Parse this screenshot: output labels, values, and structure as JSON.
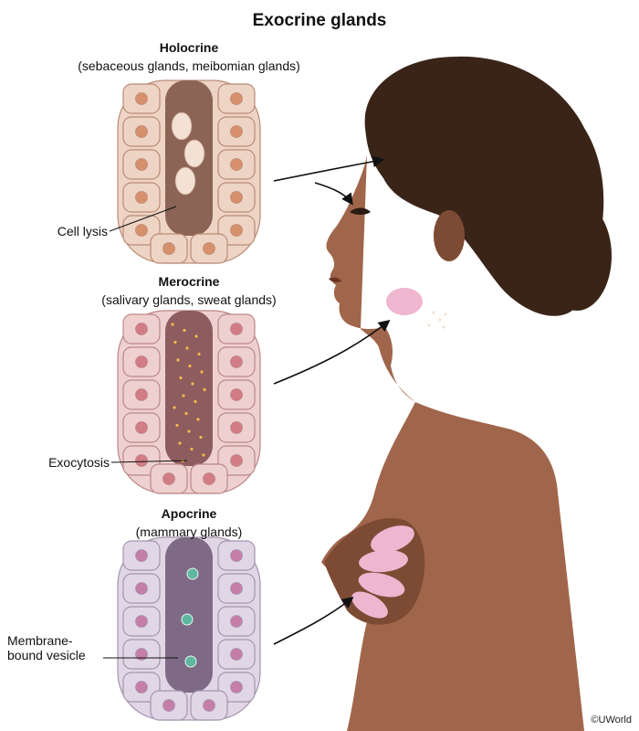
{
  "title": "Exocrine glands",
  "glands": [
    {
      "name": "Holocrine",
      "examples": "(sebaceous glands, meibomian glands)",
      "callout": "Cell lysis",
      "palette": {
        "cell": "#eed4c4",
        "cellEdge": "#b98c77",
        "nucleus": "#d7906c",
        "lumen": "#8b6456"
      }
    },
    {
      "name": "Merocrine",
      "examples": "(salivary glands, sweat glands)",
      "callout": "Exocytosis",
      "palette": {
        "cell": "#efd0d0",
        "cellEdge": "#ba8888",
        "nucleus": "#d27c86",
        "lumen": "#8c5c5e"
      }
    },
    {
      "name": "Apocrine",
      "examples": "(mammary glands)",
      "callout": "Membrane-\nbound vesicle",
      "palette": {
        "cell": "#e1d6e6",
        "cellEdge": "#a495ad",
        "nucleus": "#c57ea8",
        "lumen": "#7f6a86"
      }
    }
  ],
  "colors": {
    "skin": "#a0664b",
    "skinShade": "#7d4a34",
    "hair": "#3a2418",
    "tissue": "#efb6d0",
    "arrow": "#111111"
  },
  "copyright": "©UWorld"
}
